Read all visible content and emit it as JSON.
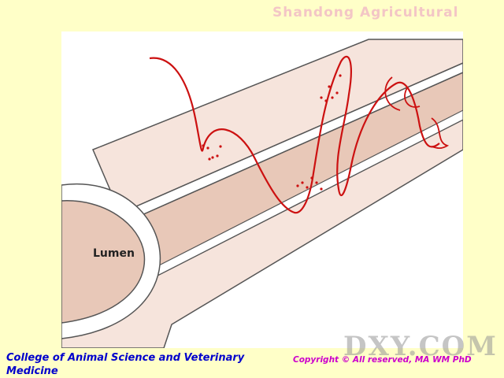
{
  "header": {
    "title": "Shandong Agricultural"
  },
  "diagram": {
    "lumen_label": "Lumen"
  },
  "footer": {
    "college": "College of Animal Science and Veterinary Medicine",
    "copyright": "Copyright © All reserved, MA WM PhD"
  },
  "watermark": {
    "text": "DXY.COM"
  },
  "colors": {
    "background": "#ffffc8",
    "tube_fill": "#f6e4dc",
    "wall_fill": "#e8c8b8",
    "outline": "#555555",
    "nerve": "#cc1111",
    "title": "#f3c6c6",
    "college_text": "#0000cc",
    "copyright_text": "#cc00cc"
  }
}
